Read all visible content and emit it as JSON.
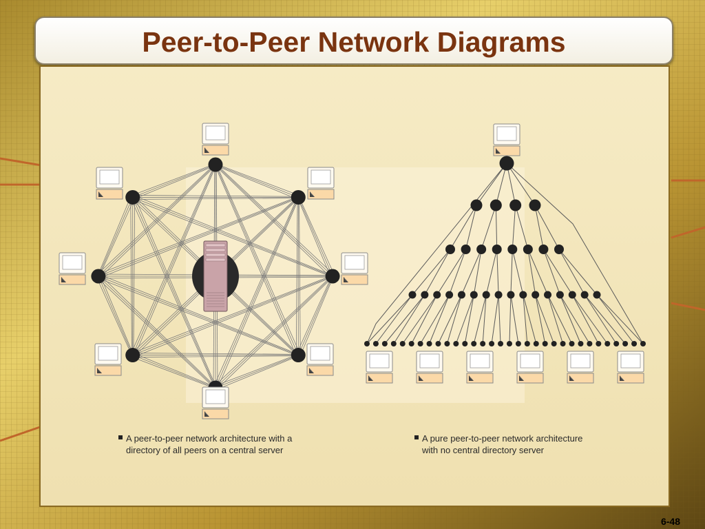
{
  "slide": {
    "title": "Peer-to-Peer Network Diagrams",
    "page_number": "6-48"
  },
  "figures": {
    "left": {
      "caption_line1": "A peer-to-peer network architecture with a",
      "caption_line2": "directory of all peers on a central server",
      "peer_count": 8,
      "central_server": true
    },
    "right": {
      "caption_line1": "A pure peer-to-peer network architecture",
      "caption_line2": "with no central directory server",
      "level_node_counts": [
        1,
        4,
        8,
        16,
        32
      ],
      "computer_count": 6
    }
  },
  "colors": {
    "title_text": "#7a3410",
    "node": "#222222",
    "server": "#c9a3a8"
  },
  "icons": [
    "computer-icon",
    "server-icon",
    "bullet-square-icon"
  ]
}
